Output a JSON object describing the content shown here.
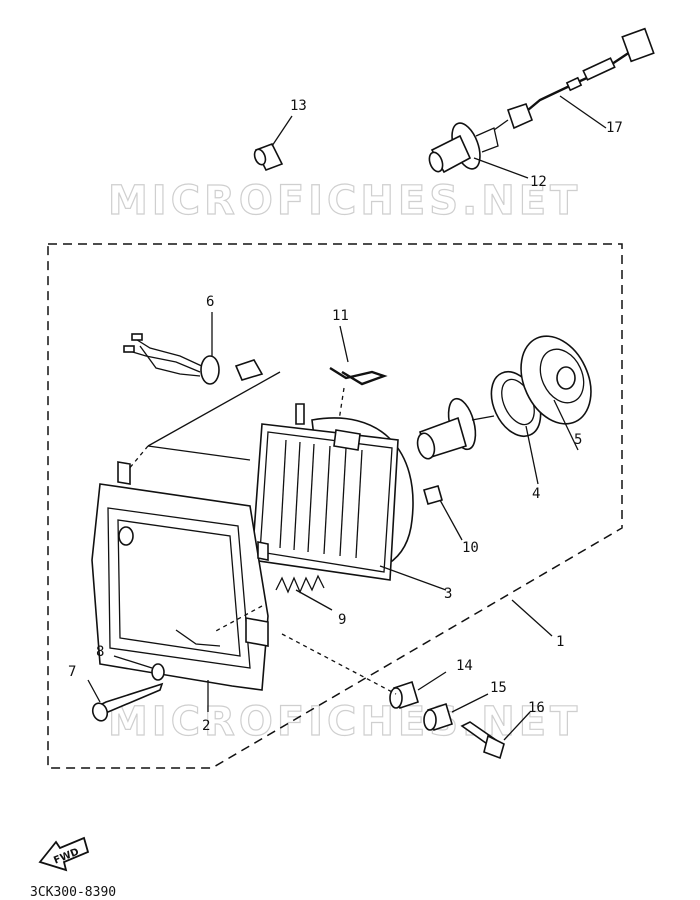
{
  "watermarks": [
    "MICROFICHES.NET",
    "MICROFICHES.NET"
  ],
  "callouts": [
    {
      "id": "1",
      "label": "1"
    },
    {
      "id": "2",
      "label": "2"
    },
    {
      "id": "3",
      "label": "3"
    },
    {
      "id": "4",
      "label": "4"
    },
    {
      "id": "5",
      "label": "5"
    },
    {
      "id": "6",
      "label": "6"
    },
    {
      "id": "7",
      "label": "7"
    },
    {
      "id": "8",
      "label": "8"
    },
    {
      "id": "9",
      "label": "9"
    },
    {
      "id": "10",
      "label": "10"
    },
    {
      "id": "11",
      "label": "11"
    },
    {
      "id": "12",
      "label": "12"
    },
    {
      "id": "13",
      "label": "13"
    },
    {
      "id": "14",
      "label": "14"
    },
    {
      "id": "15",
      "label": "15"
    },
    {
      "id": "16",
      "label": "16"
    },
    {
      "id": "17",
      "label": "17"
    }
  ],
  "fwd_label": "FWD",
  "drawing_code": "3CK300-8390"
}
